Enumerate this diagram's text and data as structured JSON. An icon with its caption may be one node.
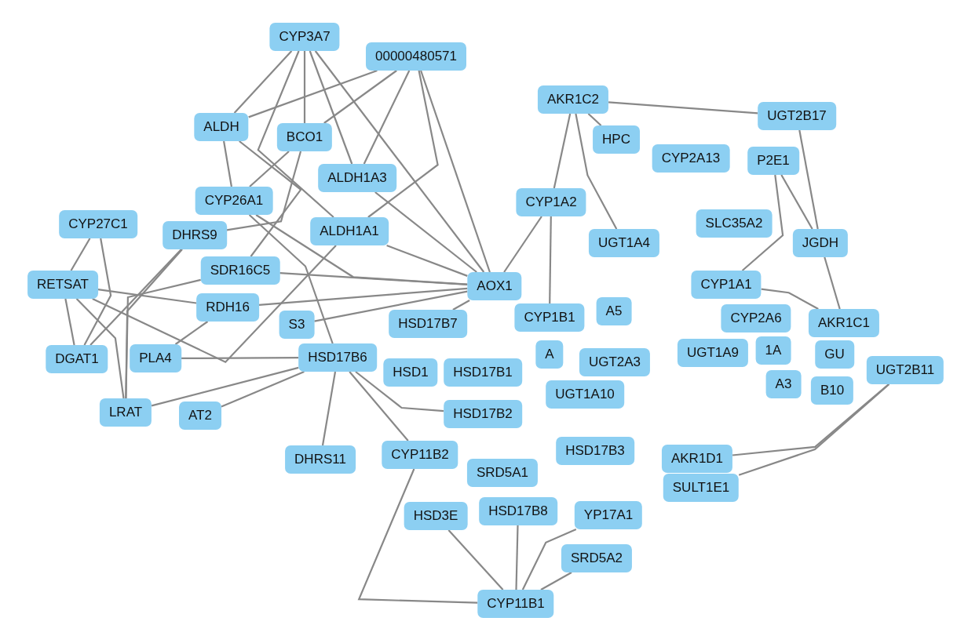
{
  "diagram": {
    "nodes": [
      {
        "text": [
          "CYP3A7"
        ]
      },
      {
        "text": [
          "00000480571"
        ]
      },
      {
        "text": [
          "AKR1C2"
        ]
      },
      {
        "text": [
          "UGT2B17"
        ]
      },
      {
        "text": [
          "ALDH"
        ]
      },
      {
        "text": [
          "BCO1"
        ]
      },
      {
        "text": [
          "HPC"
        ]
      },
      {
        "text": [
          "P2E1"
        ]
      },
      {
        "text": [
          "CYP2A13"
        ]
      },
      {
        "text": [
          "ALDH1A3"
        ]
      },
      {
        "text": [
          "CYP26A1"
        ]
      },
      {
        "text": [
          "CYP1A2"
        ]
      },
      {
        "text": [
          "CYP27C1"
        ]
      },
      {
        "text": [
          "ALDH1A1"
        ]
      },
      {
        "text": [
          "SLC35A2"
        ]
      },
      {
        "text": [
          "JGDH"
        ]
      },
      {
        "text": [
          "DHRS9"
        ]
      },
      {
        "text": [
          "UGT1A4"
        ]
      },
      {
        "text": [
          "SDR16C5"
        ]
      },
      {
        "text": [
          "RETSAT"
        ]
      },
      {
        "text": [
          "AOX1"
        ]
      },
      {
        "text": [
          "CYP1A1"
        ]
      },
      {
        "text": [
          "RDH16"
        ]
      },
      {
        "text": [
          "S3"
        ]
      },
      {
        "text": [
          "HSD17B7"
        ]
      },
      {
        "text": [
          "A5"
        ]
      },
      {
        "text": [
          "CYP1B1"
        ]
      },
      {
        "text": [
          "CYP2A6"
        ]
      },
      {
        "text": [
          "AKR1C1"
        ]
      },
      {
        "text": [
          "HSD17B6"
        ]
      },
      {
        "text": [
          "DGAT1"
        ]
      },
      {
        "text": [
          "PLA4"
        ]
      },
      {
        "text": [
          "UGT1A9"
        ]
      },
      {
        "text": [
          "1A"
        ]
      },
      {
        "text": [
          "GU"
        ]
      },
      {
        "text": [
          "HSD1"
        ]
      },
      {
        "text": [
          "HSD17B1"
        ]
      },
      {
        "text": [
          "A"
        ]
      },
      {
        "text": [
          "UGT2A3"
        ]
      },
      {
        "text": [
          "UGT2B11"
        ]
      },
      {
        "text": [
          "UGT1A10"
        ]
      },
      {
        "text": [
          "A3"
        ]
      },
      {
        "text": [
          "B10"
        ]
      },
      {
        "text": [
          "LRAT"
        ]
      },
      {
        "text": [
          "AT2"
        ]
      },
      {
        "text": [
          "HSD17B2"
        ]
      },
      {
        "text": [
          "DHRS11"
        ]
      },
      {
        "text": [
          "CYP11B2"
        ]
      },
      {
        "text": [
          "HSD17B3"
        ]
      },
      {
        "text": [
          "AKR1D1"
        ]
      },
      {
        "text": [
          "SRD5A1"
        ]
      },
      {
        "text": [
          "SULT1E1"
        ]
      },
      {
        "text": [
          "HSD3E"
        ]
      },
      {
        "text": [
          "HSD17B8"
        ]
      },
      {
        "text": [
          "YP17A1"
        ]
      },
      {
        "text": [
          "SRD5A2"
        ]
      },
      {
        "text": [
          "CYP11B1"
        ]
      }
    ],
    "edges": [
      {
        "from": 0,
        "to": 4,
        "arrow": "none"
      },
      {
        "from": 0,
        "to": 5,
        "arrow": "none"
      },
      {
        "from": 0,
        "to": 9,
        "arrow": "none"
      },
      {
        "from": 0,
        "to": 20,
        "arrow": "none"
      },
      {
        "from": 0,
        "to": 13,
        "arrow": "none"
      },
      {
        "from": 1,
        "to": 4,
        "arrow": "none"
      },
      {
        "from": 1,
        "to": 9,
        "arrow": "none"
      },
      {
        "from": 1,
        "to": 20,
        "arrow": "none"
      },
      {
        "from": 1,
        "to": 5,
        "arrow": "none"
      },
      {
        "from": 1,
        "to": 13,
        "arrow": "none"
      },
      {
        "from": 2,
        "to": 3,
        "arrow": "none"
      },
      {
        "from": 2,
        "to": 11,
        "arrow": "none"
      },
      {
        "from": 2,
        "to": 17,
        "arrow": "none"
      },
      {
        "from": 2,
        "to": 6,
        "arrow": "none"
      },
      {
        "from": 3,
        "to": 15,
        "arrow": "none"
      },
      {
        "from": 7,
        "to": 15,
        "arrow": "none"
      },
      {
        "from": 7,
        "to": 21,
        "arrow": "none"
      },
      {
        "from": 4,
        "to": 10,
        "arrow": "none"
      },
      {
        "from": 4,
        "to": 18,
        "arrow": "none"
      },
      {
        "from": 5,
        "to": 10,
        "arrow": "none"
      },
      {
        "from": 5,
        "to": 16,
        "arrow": "none"
      },
      {
        "from": 9,
        "to": 20,
        "arrow": "none"
      },
      {
        "from": 13,
        "to": 20,
        "arrow": "none"
      },
      {
        "from": 12,
        "to": 19,
        "arrow": "none"
      },
      {
        "from": 12,
        "to": 30,
        "arrow": "none"
      },
      {
        "from": 19,
        "to": 30,
        "arrow": "none"
      },
      {
        "from": 19,
        "to": 43,
        "arrow": "none"
      },
      {
        "from": 19,
        "to": 22,
        "arrow": "none"
      },
      {
        "from": 16,
        "to": 30,
        "arrow": "none"
      },
      {
        "from": 16,
        "to": 43,
        "arrow": "none"
      },
      {
        "from": 18,
        "to": 20,
        "arrow": "none"
      },
      {
        "from": 22,
        "to": 20,
        "arrow": "none"
      },
      {
        "from": 10,
        "to": 20,
        "arrow": "none"
      },
      {
        "from": 10,
        "to": 29,
        "arrow": "none"
      },
      {
        "from": 31,
        "to": 29,
        "arrow": "none"
      },
      {
        "from": 44,
        "to": 29,
        "arrow": "none"
      },
      {
        "from": 43,
        "to": 29,
        "arrow": "none"
      },
      {
        "from": 11,
        "to": 20,
        "arrow": "none"
      },
      {
        "from": 29,
        "to": 46,
        "arrow": "none"
      },
      {
        "from": 29,
        "to": 47,
        "arrow": "none"
      },
      {
        "from": 29,
        "to": 45,
        "arrow": "none"
      },
      {
        "from": 20,
        "to": 24,
        "arrow": "none"
      },
      {
        "from": 23,
        "to": 20,
        "arrow": "none"
      },
      {
        "from": 52,
        "to": 56,
        "arrow": "none"
      },
      {
        "from": 53,
        "to": 56,
        "arrow": "none"
      },
      {
        "from": 54,
        "to": 56,
        "arrow": "none"
      },
      {
        "from": 55,
        "to": 56,
        "arrow": "none"
      },
      {
        "from": 47,
        "to": 56,
        "arrow": "none"
      },
      {
        "from": 39,
        "to": 49,
        "arrow": "none"
      },
      {
        "from": 39,
        "to": 51,
        "arrow": "none"
      },
      {
        "from": 21,
        "to": 28,
        "arrow": "none"
      },
      {
        "from": 15,
        "to": 28,
        "arrow": "none"
      },
      {
        "from": 11,
        "to": 26,
        "arrow": "none"
      },
      {
        "from": 13,
        "to": 19,
        "arrow": "none"
      },
      {
        "from": 18,
        "to": 43,
        "arrow": "none"
      },
      {
        "from": 22,
        "to": 31,
        "arrow": "none"
      }
    ]
  }
}
